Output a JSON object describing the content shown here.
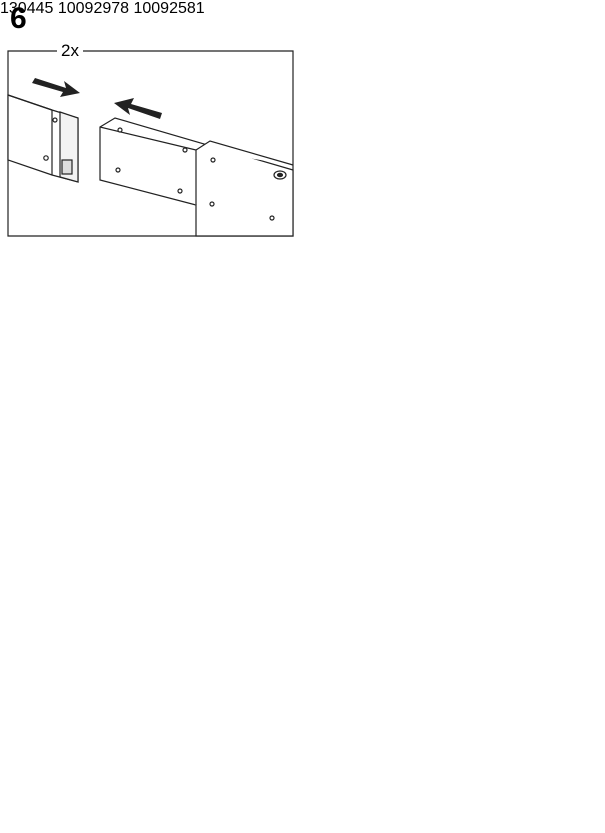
{
  "step": {
    "number": "6",
    "multiplier": "2x"
  },
  "detail": {
    "tool_code": "130445",
    "part_codes": [
      "10092978",
      "10092581"
    ]
  },
  "icons": [
    "arrow-right-icon",
    "arrow-left-icon",
    "allen-key-icon",
    "bolt-icon",
    "washer-icon",
    "rotate-arrow-icon"
  ]
}
